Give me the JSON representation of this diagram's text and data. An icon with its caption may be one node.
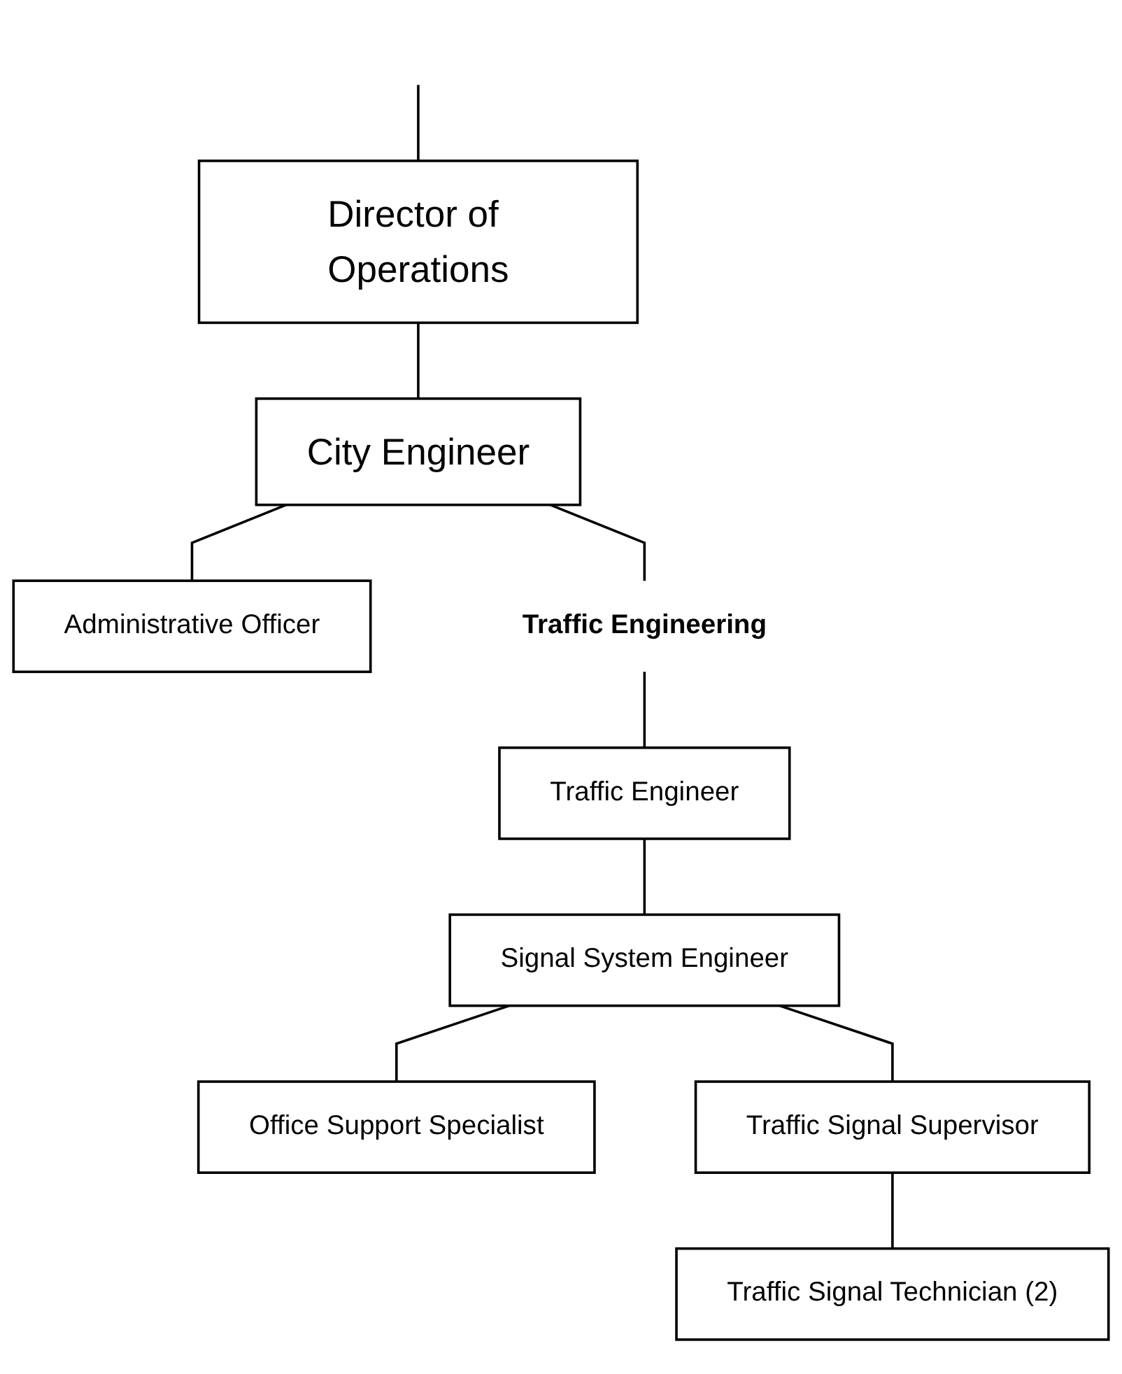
{
  "diagram": {
    "nodes": [
      {
        "text": [
          "Director of Operations"
        ]
      },
      {
        "text": [
          "City Engineer"
        ]
      },
      {
        "text": [
          "Administrative Officer"
        ]
      },
      {
        "text": [
          "Traffic Engineering"
        ]
      },
      {
        "text": [
          "Traffic Engineer"
        ]
      },
      {
        "text": [
          "Signal System Engineer"
        ]
      },
      {
        "text": [
          "Office Support Specialist"
        ]
      },
      {
        "text": [
          "Traffic Signal Supervisor"
        ]
      },
      {
        "text": [
          "Traffic Signal Technician (2)"
        ]
      }
    ],
    "edges": [
      {
        "from": null,
        "to": 0,
        "arrow": "none"
      },
      {
        "from": 0,
        "to": 1,
        "arrow": "none"
      },
      {
        "from": 1,
        "to": 2,
        "arrow": "none"
      },
      {
        "from": 1,
        "to": 3,
        "arrow": "none"
      },
      {
        "from": 3,
        "to": 4,
        "arrow": "none"
      },
      {
        "from": 4,
        "to": 5,
        "arrow": "none"
      },
      {
        "from": 5,
        "to": 6,
        "arrow": "none"
      },
      {
        "from": 5,
        "to": 7,
        "arrow": "none"
      },
      {
        "from": 7,
        "to": 8,
        "arrow": "none"
      }
    ]
  }
}
